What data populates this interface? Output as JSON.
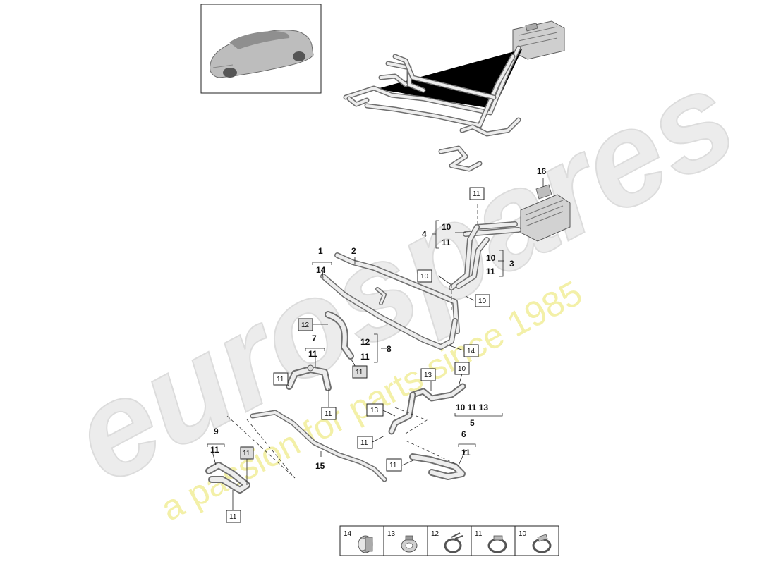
{
  "watermark": {
    "brand": "eurospares",
    "tagline": "a passion for parts since 1985"
  },
  "callouts": {
    "c1": "1",
    "c2": "2",
    "c3": "3",
    "c4": "4",
    "c5": "5",
    "c6": "6",
    "c7": "7",
    "c8": "8",
    "c9": "9",
    "c15": "15",
    "c16": "16"
  },
  "groups": {
    "g1": "14",
    "g4_top": "10",
    "g4_bottom": "11",
    "g3_top": "10",
    "g3_bottom": "11",
    "g8_top": "12",
    "g8_bottom": "11",
    "g7": "11",
    "g5": "10 11 13",
    "g6": "11",
    "g9": "11"
  },
  "boxed_refs": {
    "b11_top": "11",
    "b10_left": "10",
    "b10_right": "10",
    "b12": "12",
    "b11_g8": "11",
    "b14": "14",
    "b11_clamp_left": "11",
    "b11_clamp_down": "11",
    "b13": "13",
    "b10_pipe5": "10",
    "b13_pipe": "13",
    "b11_pipe_low": "11",
    "b11_bottom_mid": "11",
    "b11_g9_side": "11",
    "b11_g9_bottom": "11"
  },
  "legend": {
    "items": [
      {
        "num": "14",
        "icon": "sleeve-clamp-icon"
      },
      {
        "num": "13",
        "icon": "hose-holder-icon"
      },
      {
        "num": "12",
        "icon": "spring-clamp-icon"
      },
      {
        "num": "11",
        "icon": "hose-clamp-icon"
      },
      {
        "num": "10",
        "icon": "band-clamp-icon"
      }
    ]
  },
  "colors": {
    "pipe_outline": "#6f6f6f",
    "pipe_fill": "#ededed",
    "watermark_gray": "#e6e6e6",
    "watermark_yellow": "#f3f0a8",
    "highlight_box": "#dcdcdc"
  }
}
